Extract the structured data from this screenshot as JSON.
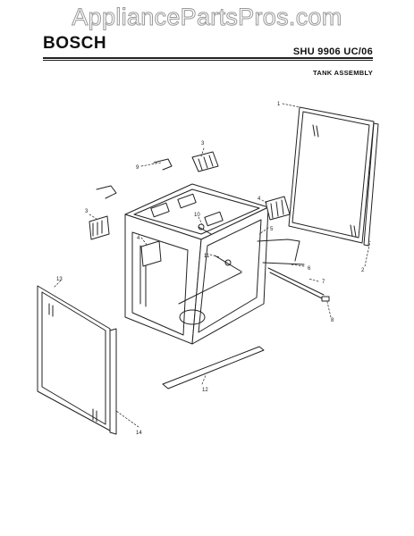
{
  "watermark": "AppliancePartsPros.com",
  "header": {
    "brand": "BOSCH",
    "model": "SHU 9906 UC/06",
    "section_title": "TANK ASSEMBLY"
  },
  "callouts": [
    "1",
    "2",
    "3",
    "3",
    "4",
    "4",
    "5",
    "6",
    "7",
    "8",
    "9",
    "10",
    "11",
    "12",
    "13",
    "14"
  ]
}
